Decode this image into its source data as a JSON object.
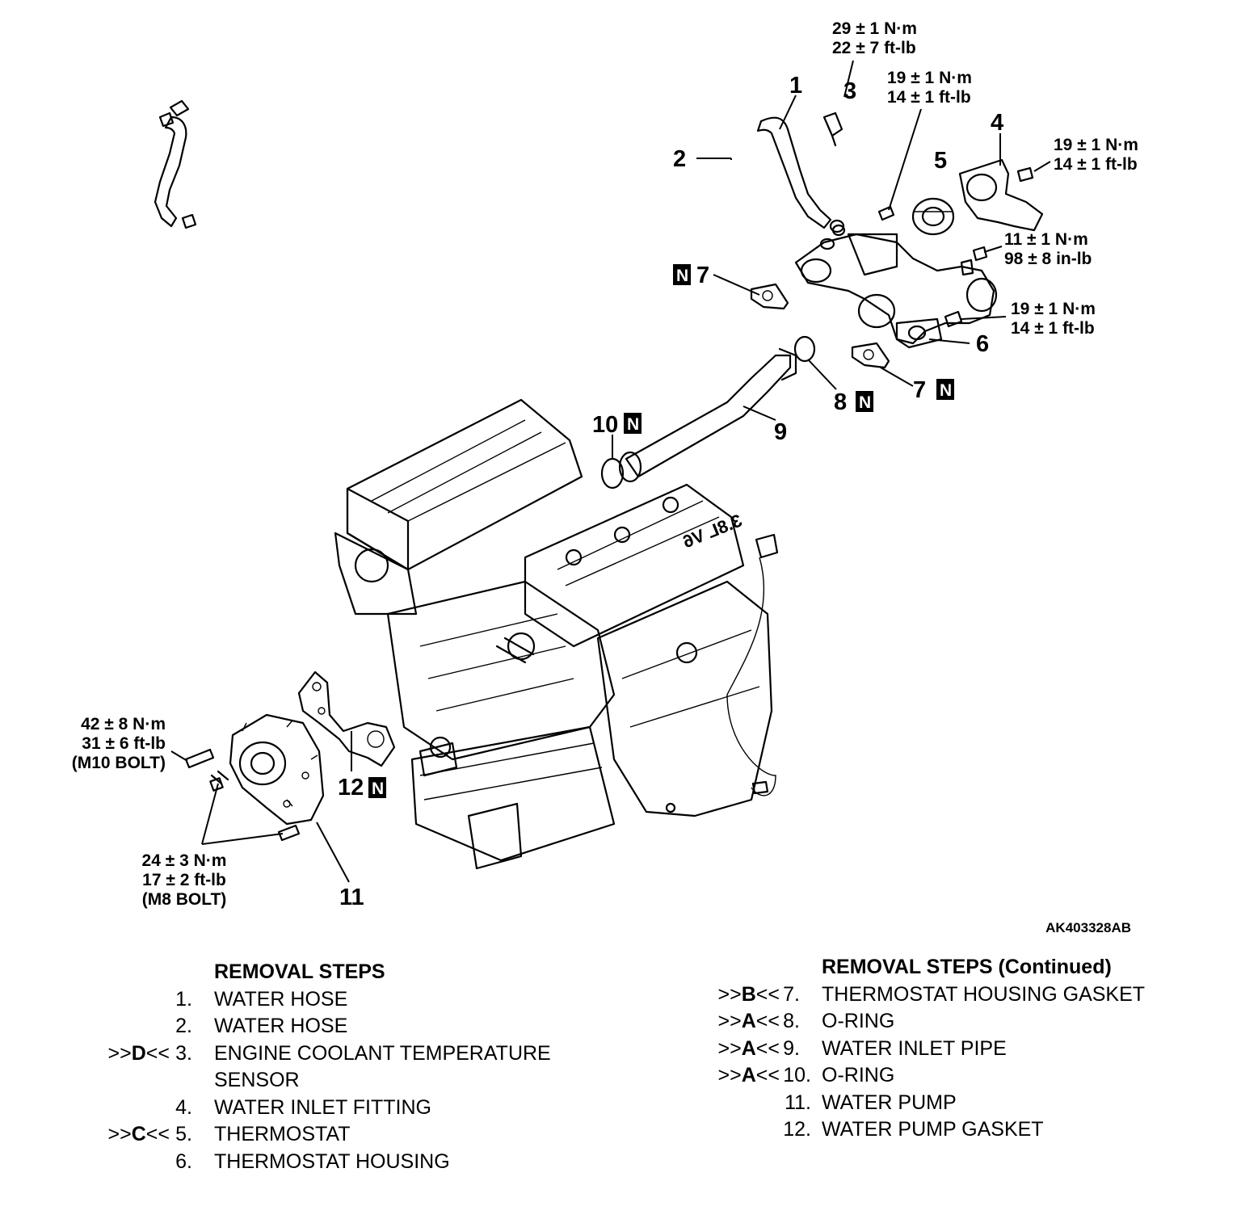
{
  "figure_id": "AK403328AB",
  "callouts": {
    "c1": "1",
    "c2": "2",
    "c3": "3",
    "c4": "4",
    "c5": "5",
    "c6": "6",
    "c7a": "7",
    "c7b": "7",
    "c8": "8",
    "c9": "9",
    "c10": "10",
    "c11": "11",
    "c12": "12"
  },
  "new_part_mark": "N",
  "torques": {
    "t3": [
      "29 ± 1 N·m",
      "22 ± 7 ft-lb"
    ],
    "t4b": [
      "19 ± 1 N·m",
      "14 ± 1 ft-lb"
    ],
    "t4": [
      "19 ± 1 N·m",
      "14 ± 1 ft-lb"
    ],
    "t6a": [
      "11 ± 1 N·m",
      "98 ± 8 in-lb"
    ],
    "t6b": [
      "19 ± 1 N·m",
      "14 ± 1 ft-lb"
    ],
    "t11a": [
      "42 ± 8 N·m",
      "31 ± 6 ft-lb",
      "(M10 BOLT)"
    ],
    "t11b": [
      "24 ± 3 N·m",
      "17 ± 2 ft-lb",
      "(M8 BOLT)"
    ]
  },
  "engine_label": "3.8L V6",
  "removal_steps": {
    "title": "REMOVAL STEPS",
    "items": [
      {
        "mark": "",
        "num": "1.",
        "text": "WATER HOSE"
      },
      {
        "mark": "",
        "num": "2.",
        "text": "WATER HOSE"
      },
      {
        "mark_pre": ">>",
        "mark_letter": "D",
        "mark_post": "<<",
        "num": "3.",
        "text": "ENGINE COOLANT TEMPERATURE"
      },
      {
        "mark": "",
        "num": "",
        "text": "SENSOR"
      },
      {
        "mark": "",
        "num": "4.",
        "text": "WATER INLET FITTING"
      },
      {
        "mark_pre": ">>",
        "mark_letter": "C",
        "mark_post": "<<",
        "num": "5.",
        "text": "THERMOSTAT"
      },
      {
        "mark": "",
        "num": "6.",
        "text": "THERMOSTAT HOUSING"
      }
    ]
  },
  "removal_steps_cont": {
    "title": "REMOVAL STEPS (Continued)",
    "items": [
      {
        "mark_pre": ">>",
        "mark_letter": "B",
        "mark_post": "<<",
        "num": "7.",
        "text": "THERMOSTAT HOUSING GASKET"
      },
      {
        "mark_pre": ">>",
        "mark_letter": "A",
        "mark_post": "<<",
        "num": "8.",
        "text": "O-RING"
      },
      {
        "mark_pre": ">>",
        "mark_letter": "A",
        "mark_post": "<<",
        "num": "9.",
        "text": "WATER INLET PIPE"
      },
      {
        "mark_pre": ">>",
        "mark_letter": "A",
        "mark_post": "<<",
        "num": "10.",
        "text": "O-RING"
      },
      {
        "mark": "",
        "num": "11.",
        "text": "WATER PUMP"
      },
      {
        "mark": "",
        "num": "12.",
        "text": "WATER PUMP GASKET"
      }
    ]
  }
}
